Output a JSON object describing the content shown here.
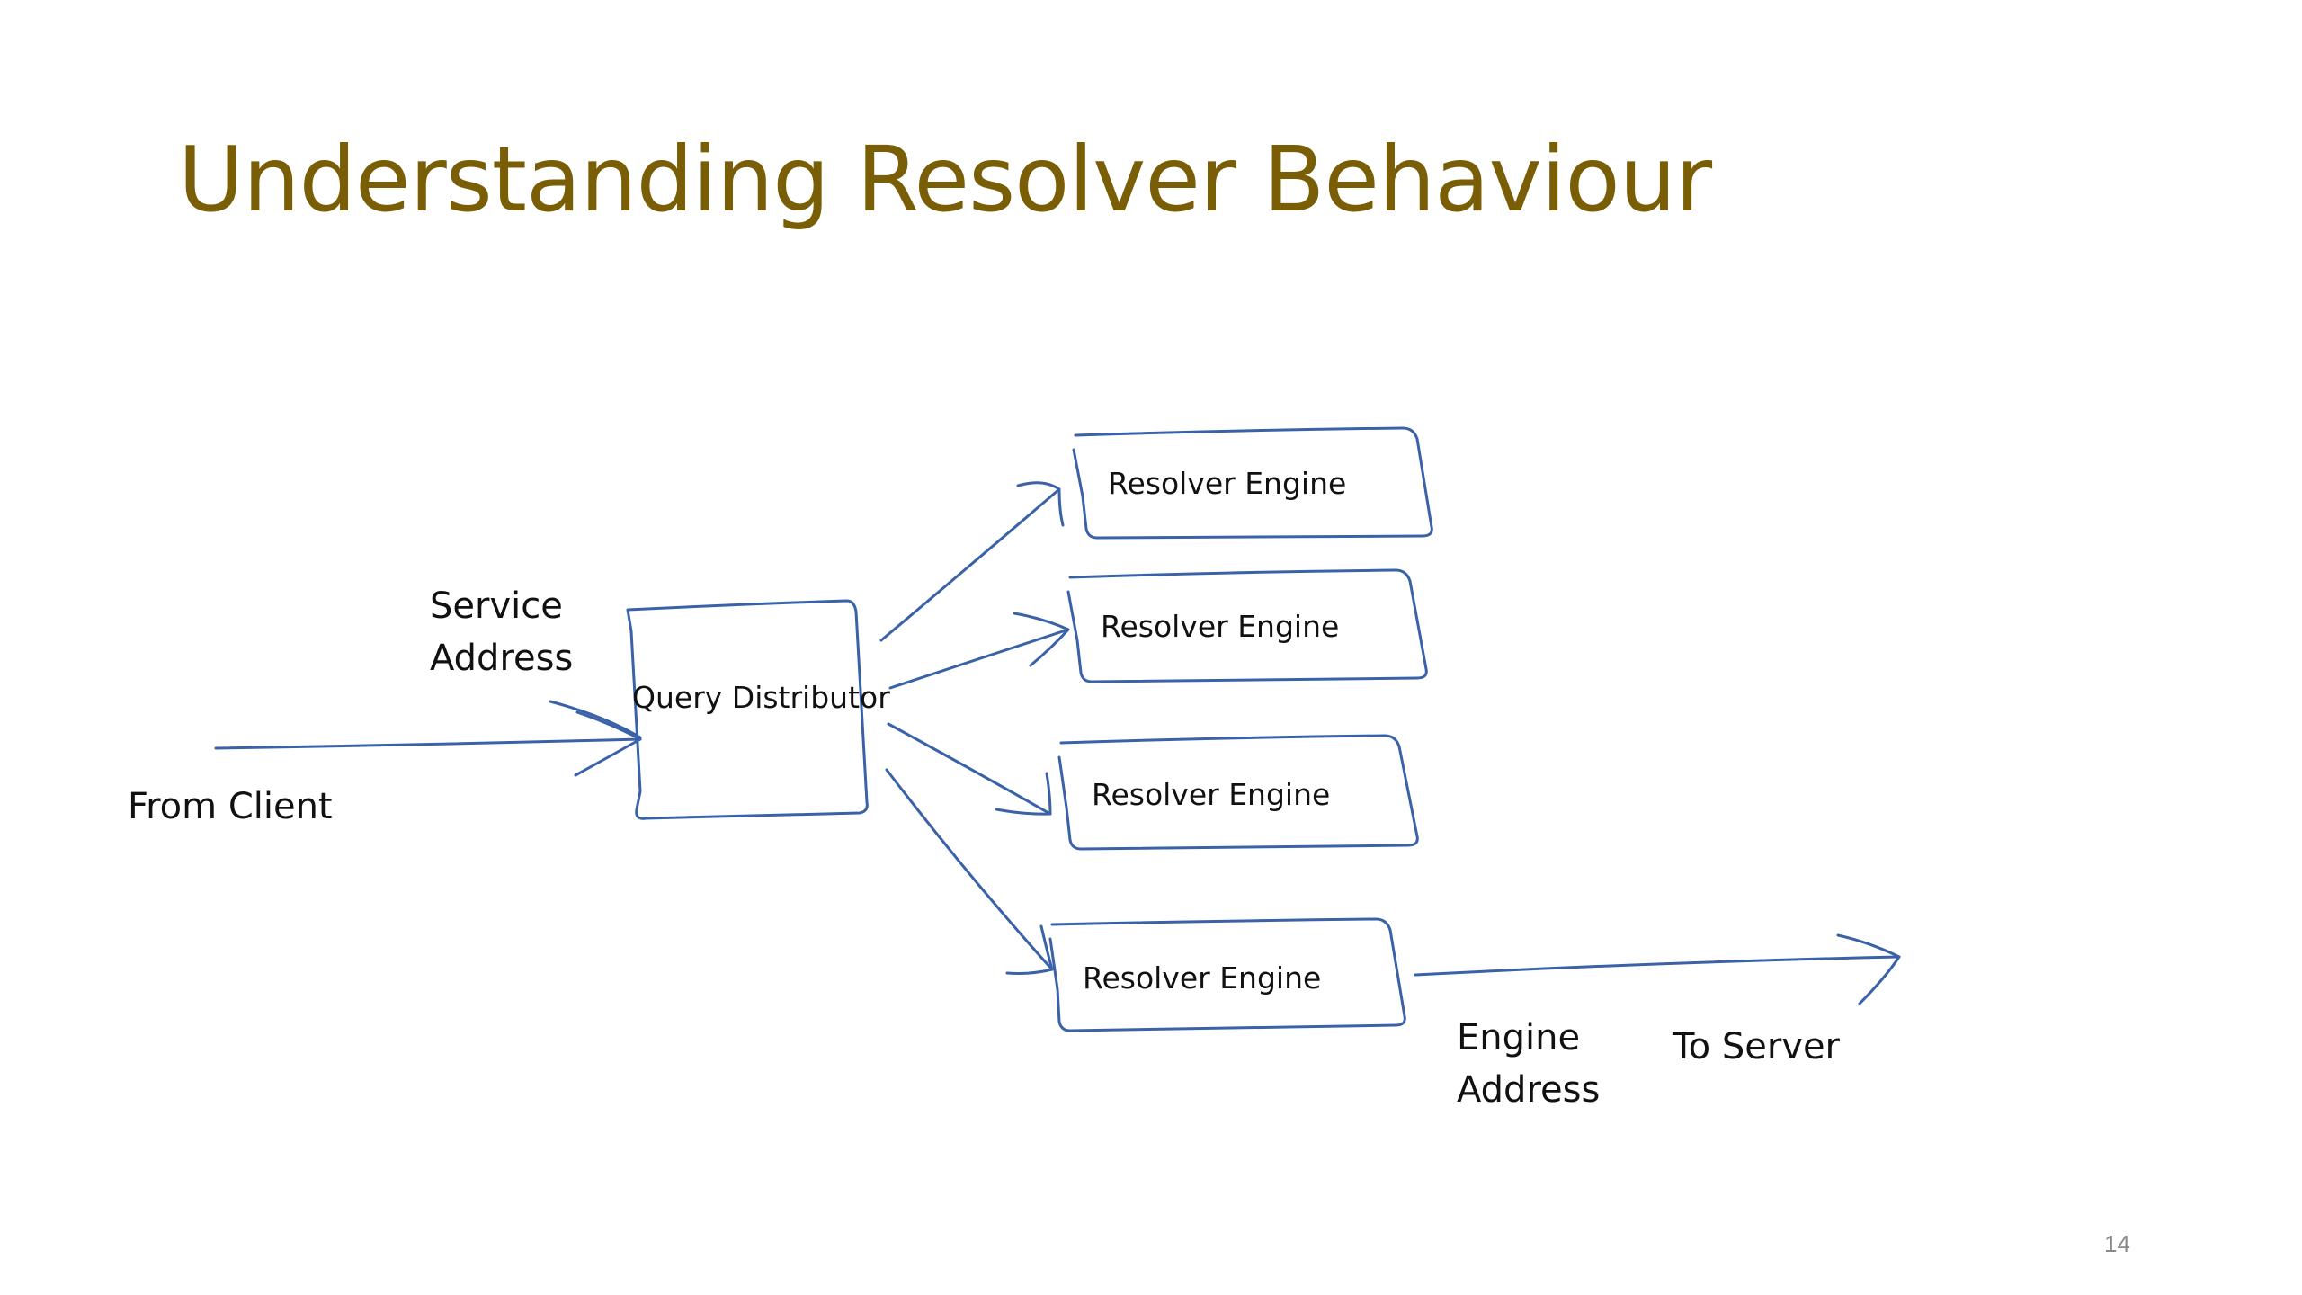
{
  "slide": {
    "title": "Understanding Resolver Behaviour",
    "page_number": "14"
  },
  "diagram": {
    "from_client": "From Client",
    "service_address": [
      "Service",
      "Address"
    ],
    "query_distributor": "Query Distributor",
    "engines": [
      {
        "label": "Resolver Engine"
      },
      {
        "label": "Resolver Engine"
      },
      {
        "label": "Resolver Engine"
      },
      {
        "label": "Resolver Engine"
      }
    ],
    "engine_address": [
      "Engine",
      "Address"
    ],
    "to_server": "To Server"
  },
  "colors": {
    "title": "#7a5e06",
    "stroke": "#3a62a8",
    "text": "#111111",
    "page_number": "#8a8a8a"
  }
}
